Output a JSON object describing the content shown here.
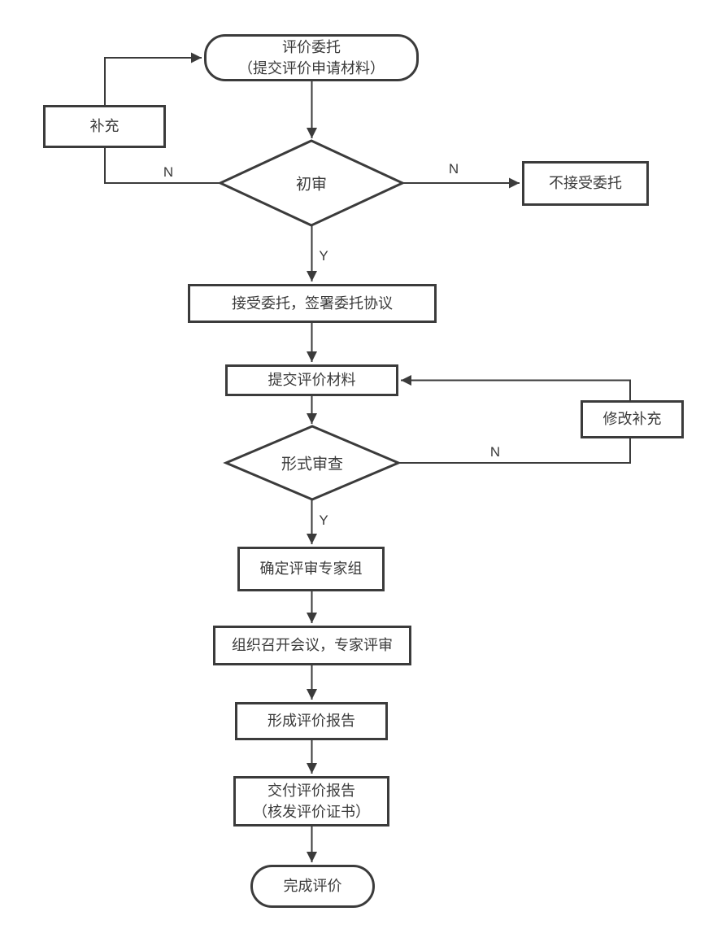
{
  "colors": {
    "stroke": "#3b3b3b",
    "text": "#3a3a3a",
    "background": "#ffffff",
    "node_fill": "#ffffff"
  },
  "nodes": {
    "start": {
      "line1": "评价委托",
      "line2": "（提交评价申请材料）"
    },
    "supplement": {
      "label": "补充"
    },
    "preliminary_review": {
      "label": "初审"
    },
    "reject": {
      "label": "不接受委托"
    },
    "accept": {
      "label": "接受委托，签署委托协议"
    },
    "submit": {
      "label": "提交评价材料"
    },
    "modify": {
      "label": "修改补充"
    },
    "formal_review": {
      "label": "形式审查"
    },
    "expert_group": {
      "label": "确定评审专家组"
    },
    "meeting": {
      "label": "组织召开会议，专家评审"
    },
    "report": {
      "label": "形成评价报告"
    },
    "deliver": {
      "line1": "交付评价报告",
      "line2": "（核发评价证书）"
    },
    "end": {
      "label": "完成评价"
    }
  },
  "edge_labels": {
    "preliminary_n_to_supplement": "N",
    "preliminary_n_to_reject": "N",
    "preliminary_y": "Y",
    "formal_n": "N",
    "formal_y": "Y"
  }
}
